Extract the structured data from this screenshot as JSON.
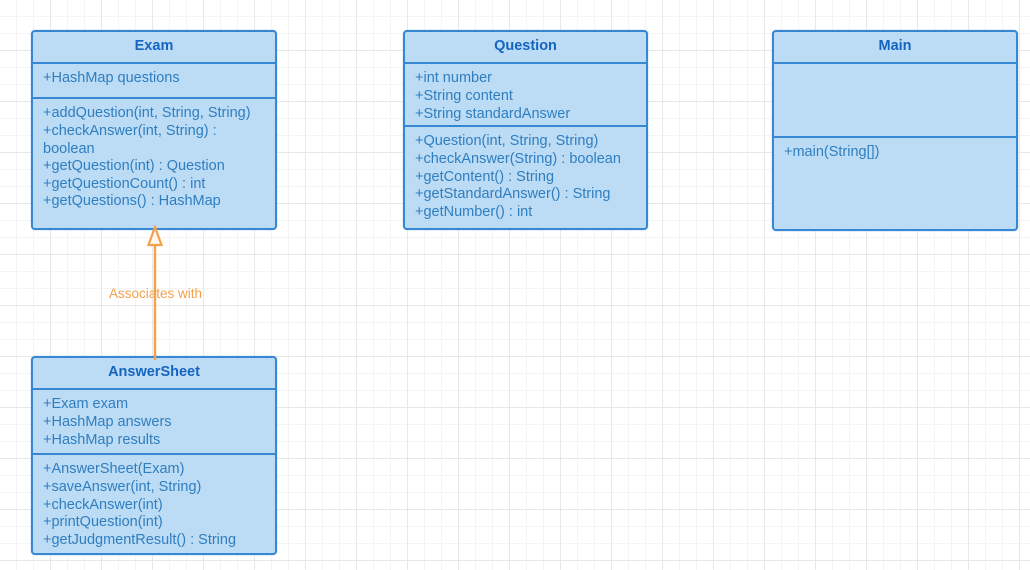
{
  "diagram": {
    "type": "uml-class-diagram",
    "background": "#ffffff",
    "grid_color": "#e8e8e8",
    "class_fill": "#bcdcf5",
    "class_border": "#3887d2",
    "title_color": "#1565c0",
    "member_color": "#2f7ec0",
    "connector_color": "#f3a04a"
  },
  "classes": [
    {
      "name": "Exam",
      "attributes": [
        "+HashMap questions"
      ],
      "methods": [
        "+addQuestion(int, String, String)",
        "+checkAnswer(int, String) : boolean",
        "+getQuestion(int) : Question",
        "+getQuestionCount() : int",
        "+getQuestions() : HashMap"
      ]
    },
    {
      "name": "Question",
      "attributes": [
        "+int number",
        "+String content",
        "+String standardAnswer"
      ],
      "methods": [
        "+Question(int, String, String)",
        "+checkAnswer(String) : boolean",
        "+getContent() : String",
        "+getStandardAnswer() : String",
        "+getNumber() : int"
      ]
    },
    {
      "name": "Main",
      "attributes": [],
      "methods": [
        "+main(String[])"
      ]
    },
    {
      "name": "AnswerSheet",
      "attributes": [
        "+Exam exam",
        "+HashMap answers",
        "+HashMap results"
      ],
      "methods": [
        "+AnswerSheet(Exam)",
        "+saveAnswer(int, String)",
        "+checkAnswer(int)",
        "+printQuestion(int)",
        "+getJudgmentResult() : String"
      ]
    }
  ],
  "connectors": [
    {
      "label": "Associates with",
      "from": "AnswerSheet",
      "to": "Exam",
      "arrow": "hollow-triangle",
      "color": "#f3a04a"
    }
  ]
}
